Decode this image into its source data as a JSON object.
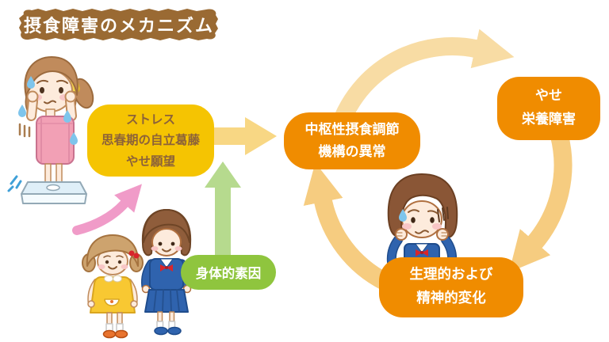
{
  "title": {
    "text": "摂食障害のメカニズム"
  },
  "nodes": {
    "stress": {
      "lines": [
        "ストレス",
        "思春期の自立葛藤",
        "やせ願望"
      ]
    },
    "physical": {
      "label": "身体的素因"
    },
    "central": {
      "lines": [
        "中枢性摂食調節",
        "機構の異常"
      ]
    },
    "thinness": {
      "lines": [
        "やせ",
        "栄養障害"
      ]
    },
    "physio": {
      "lines": [
        "生理的および",
        "精神的変化"
      ]
    }
  },
  "flow": {
    "input_arrows": [
      "ストレス・思春期の自立葛藤・やせ願望 → 中枢性摂食調節機構の異常",
      "身体的素因 → ストレス・思春期の自立葛藤・やせ願望"
    ],
    "cycle_arrows": [
      "中枢性摂食調節機構の異常 → やせ・栄養障害",
      "やせ・栄養障害 → 生理的および精神的変化",
      "生理的および精神的変化 → 中枢性摂食調節機構の異常"
    ]
  },
  "illustrations": [
    {
      "name": "girl-on-scale",
      "description": "worried girl in pink towel standing on a bathroom scale"
    },
    {
      "name": "young-girl",
      "description": "small girl in yellow dress"
    },
    {
      "name": "schoolgirl",
      "description": "teenage girl in blue school uniform"
    },
    {
      "name": "distressed-girl",
      "description": "distressed schoolgirl holding her cheeks"
    }
  ],
  "colors": {
    "background": "#FFFFFF",
    "title_bg": "#9A6A33",
    "title_text": "#FFFFFF",
    "stress_bg": "#F5C402",
    "stress_text": "#8C6239",
    "green_bg": "#8FC53E",
    "orange_bg": "#F08C00",
    "node_text": "#FFFFFF",
    "arrow_yellow": "#F8D784",
    "arrow_green": "#B6DA8E",
    "arrow_pink": "#F09BC8",
    "arc_top": "#F8DCA4",
    "arc_side": "#F6CC80"
  }
}
